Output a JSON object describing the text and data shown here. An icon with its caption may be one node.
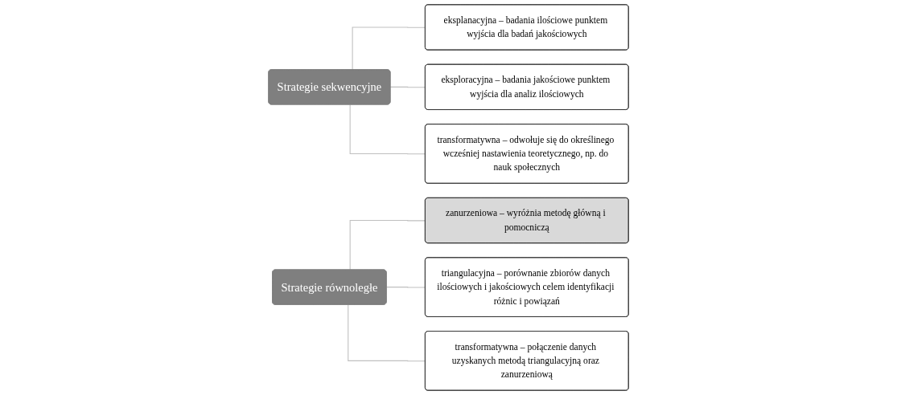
{
  "diagram": {
    "nodes": [
      {
        "text": [
          "Strategie sekwencyjne"
        ]
      },
      {
        "text": [
          "eksplanacyjna – badania ilościowe punktem wyjścia dla badań jakościowych"
        ]
      },
      {
        "text": [
          "eksploracyjna – badania jakościowe punktem wyjścia dla analiz ilościowych"
        ]
      },
      {
        "text": [
          "transformatywna – odwołuje się do określinego wcześniej nastawienia teoretycznego, np. do nauk społecznych"
        ]
      },
      {
        "text": [
          "Strategie równoległe"
        ]
      },
      {
        "text": [
          "zanurzeniowa – wyróżnia metodę główną i pomocniczą"
        ]
      },
      {
        "text": [
          "triangulacyjna – porównanie zbiorów danych ilościowych i jakościowych celem identyfikacji różnic i powiązań"
        ]
      },
      {
        "text": [
          "transformatywna – połączenie danych uzyskanych metodą triangulacyjną oraz zanurzeniową"
        ]
      }
    ],
    "edges": [
      {
        "from": 0,
        "to": 1,
        "arrow": "none"
      },
      {
        "from": 0,
        "to": 2,
        "arrow": "none"
      },
      {
        "from": 0,
        "to": 3,
        "arrow": "none"
      },
      {
        "from": 4,
        "to": 5,
        "arrow": "none"
      },
      {
        "from": 4,
        "to": 6,
        "arrow": "none"
      },
      {
        "from": 4,
        "to": 7,
        "arrow": "none"
      }
    ]
  }
}
